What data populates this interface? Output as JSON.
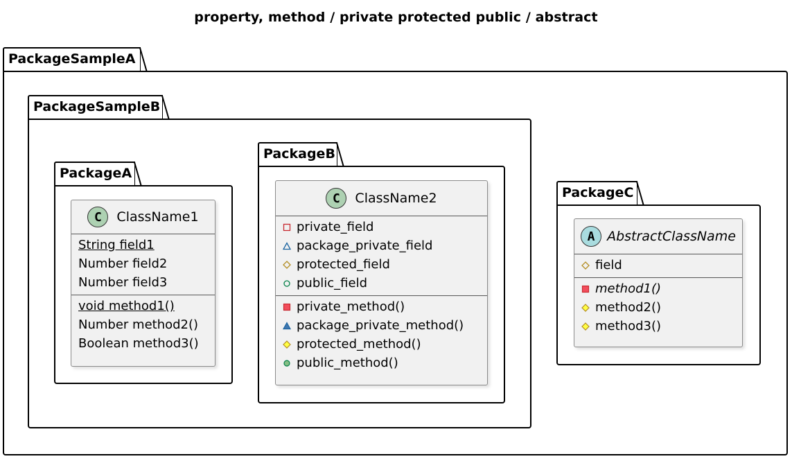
{
  "title": "property, method / private protected public / abstract",
  "colors": {
    "class_fill": "#f1f1f1",
    "class_badge": "#add1b2",
    "abstract_badge": "#a9dcdf",
    "private": "#c82930",
    "package": "#1963a0",
    "protected": "#b38d22",
    "public": "#038048",
    "method_private_fill": "#f24d5c",
    "method_package_fill": "#4177af",
    "method_protected_fill": "#ffff44",
    "method_public_fill": "#84be84"
  },
  "packages": {
    "sampleA": {
      "name": "PackageSampleA"
    },
    "sampleB": {
      "name": "PackageSampleB"
    },
    "packageA": {
      "name": "PackageA"
    },
    "packageB": {
      "name": "PackageB"
    },
    "packageC": {
      "name": "PackageC"
    }
  },
  "classes": {
    "class1": {
      "badge": "C",
      "name": "ClassName1",
      "fields": [
        "String field1",
        "Number field2",
        "Number field3"
      ],
      "methods": [
        "void method1()",
        "Number method2()",
        "Boolean method3()"
      ]
    },
    "class2": {
      "badge": "C",
      "name": "ClassName2",
      "fields": [
        "private_field",
        "package_private_field",
        "protected_field",
        "public_field"
      ],
      "methods": [
        "private_method()",
        "package_private_method()",
        "protected_method()",
        "public_method()"
      ]
    },
    "abstract": {
      "badge": "A",
      "name": "AbstractClassName",
      "fields": [
        "field"
      ],
      "methods": [
        "method1()",
        "method2()",
        "method3()"
      ]
    }
  }
}
